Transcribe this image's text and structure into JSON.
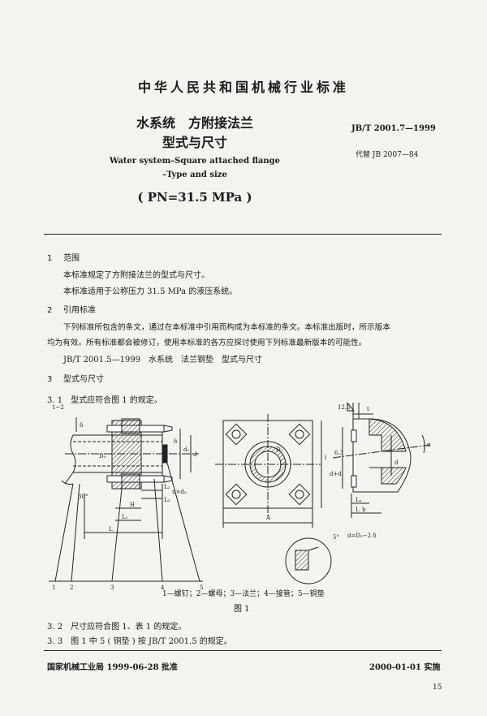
{
  "header": {
    "organization": "中华人民共和国机械行业标准",
    "title_zh_line1": "水系统　方附接法兰",
    "title_zh_line2": "型式与尺寸",
    "title_en_line1": "Water system–Square attached flange",
    "title_en_line2": "–Type and size",
    "pressure": "( PN=31.5 MPa )",
    "standard_number": "JB/T 2001.7—1999",
    "replaces": "代替 JB 2007—84"
  },
  "sections": {
    "s1": {
      "number": "1",
      "title": "范围",
      "lines": [
        "本标准规定了方附接法兰的型式与尺寸。",
        "本标准适用于公称压力 31.5 MPa 的液压系统。"
      ]
    },
    "s2": {
      "number": "2",
      "title": "引用标准",
      "lines": [
        "下列标准所包含的条文，通过在本标准中引用而构成为本标准的条文。本标准出版时，所示版本",
        "均为有效。所有标准都会被修订，使用本标准的各方应探讨使用下列标准最新版本的可能性。",
        "JB/T  2001.5—1999　水系统　法兰钢垫　型式与尺寸"
      ]
    },
    "s3": {
      "number": "3",
      "title": "型式与尺寸",
      "clause_3_1": "3. 1　型式应符合图 1 的规定。",
      "clause_3_2": "3. 2　尺寸应符合图 1、表 1 的规定。",
      "clause_3_3": "3. 3　图 1 中 5 ( 铜垫 ) 按 JB/T  2001.5 的规定。"
    }
  },
  "figure": {
    "legend": "1—螺钉；2—螺母；3—法兰；4—接管；5—铜垫",
    "caption": "图 1",
    "labels": {
      "a12": "1~2",
      "delta": "δ",
      "thirty": "30°",
      "H": "H",
      "L": "L",
      "L1": "L₁",
      "L2": "L₂",
      "L3": "L₃",
      "d": "d",
      "d1": "d₁",
      "D0": "D₀",
      "nd5": "n×d₅",
      "A": "A",
      "D1": "D₁",
      "t": "t",
      "h12_5": "12.5",
      "v63": "6.3",
      "dd": "d+d",
      "La": "Lₐ",
      "Lb": "L_b",
      "alpha": "α",
      "five": "5°",
      "formula": "d=D₀−2 δ",
      "n1": "1",
      "n2": "2",
      "n3": "3",
      "n4": "4",
      "n5": "5"
    }
  },
  "footer": {
    "publisher": "国家机械工业局 1999-06-28 批准",
    "effective": "2000-01-01 实施",
    "page": "15"
  }
}
